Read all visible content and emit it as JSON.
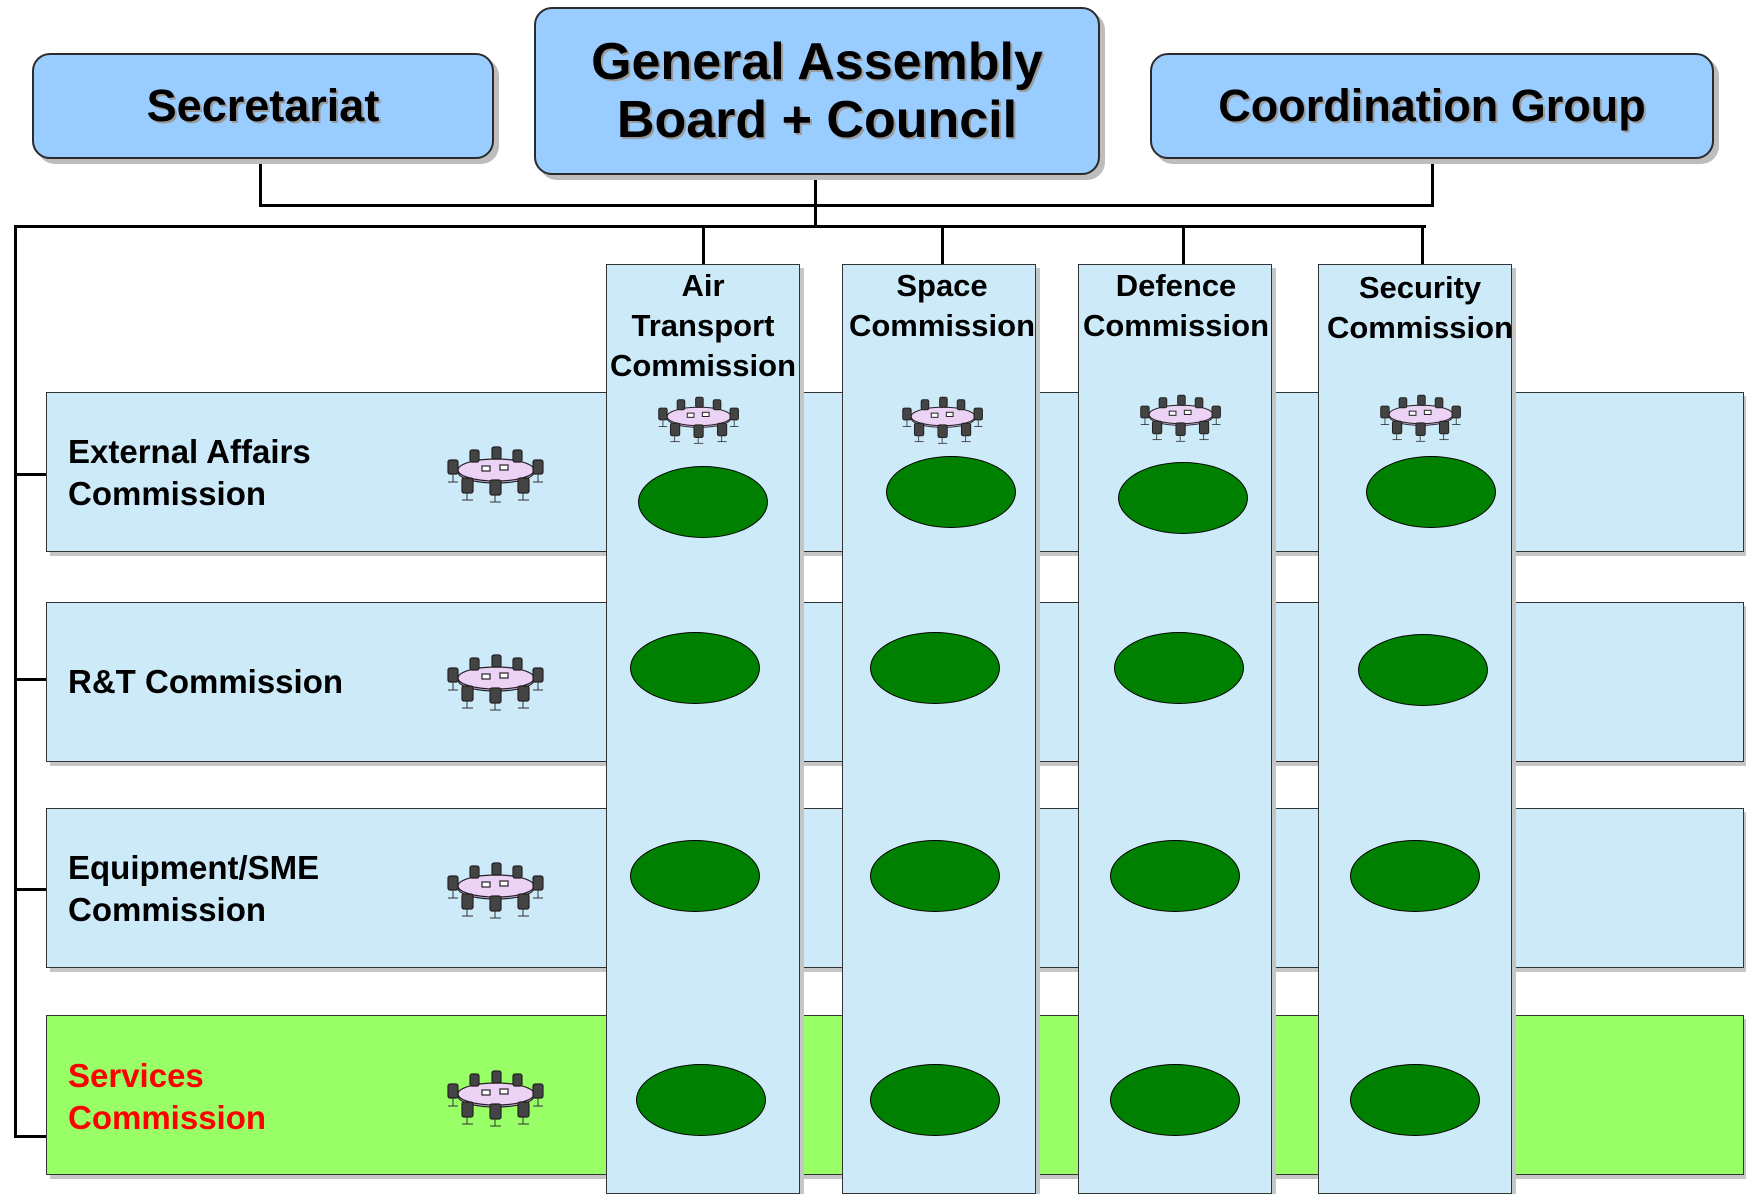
{
  "governance": {
    "secretariat": "Secretariat",
    "general_assembly": [
      "General Assembly",
      "Board + Council"
    ],
    "coordination_group": "Coordination Group"
  },
  "row_commissions": [
    {
      "label": [
        "External Affairs",
        "Commission"
      ],
      "color": "#000000",
      "band_color": "#cdeaf9"
    },
    {
      "label": [
        "R&T Commission"
      ],
      "color": "#000000",
      "band_color": "#cdeaf9"
    },
    {
      "label": [
        "Equipment/SME",
        "Commission"
      ],
      "color": "#000000",
      "band_color": "#cdeaf9"
    },
    {
      "label": [
        "Services",
        "Commission"
      ],
      "color": "#ff0000",
      "band_color": "#99ff66"
    }
  ],
  "column_commissions": [
    {
      "label": [
        "Air",
        "Transport",
        "Commission"
      ]
    },
    {
      "label": [
        "Space",
        "Commission"
      ]
    },
    {
      "label": [
        "Defence",
        "Commission"
      ]
    },
    {
      "label": [
        "Security",
        "Commission"
      ]
    }
  ],
  "colors": {
    "top_box": "#99ccff",
    "band": "#cdeaf9",
    "services_band": "#99ff66",
    "ellipse": "#008000",
    "services_text": "#ff0000"
  },
  "icons": {
    "meeting": "meeting-table-icon",
    "group": "working-group-ellipse"
  }
}
